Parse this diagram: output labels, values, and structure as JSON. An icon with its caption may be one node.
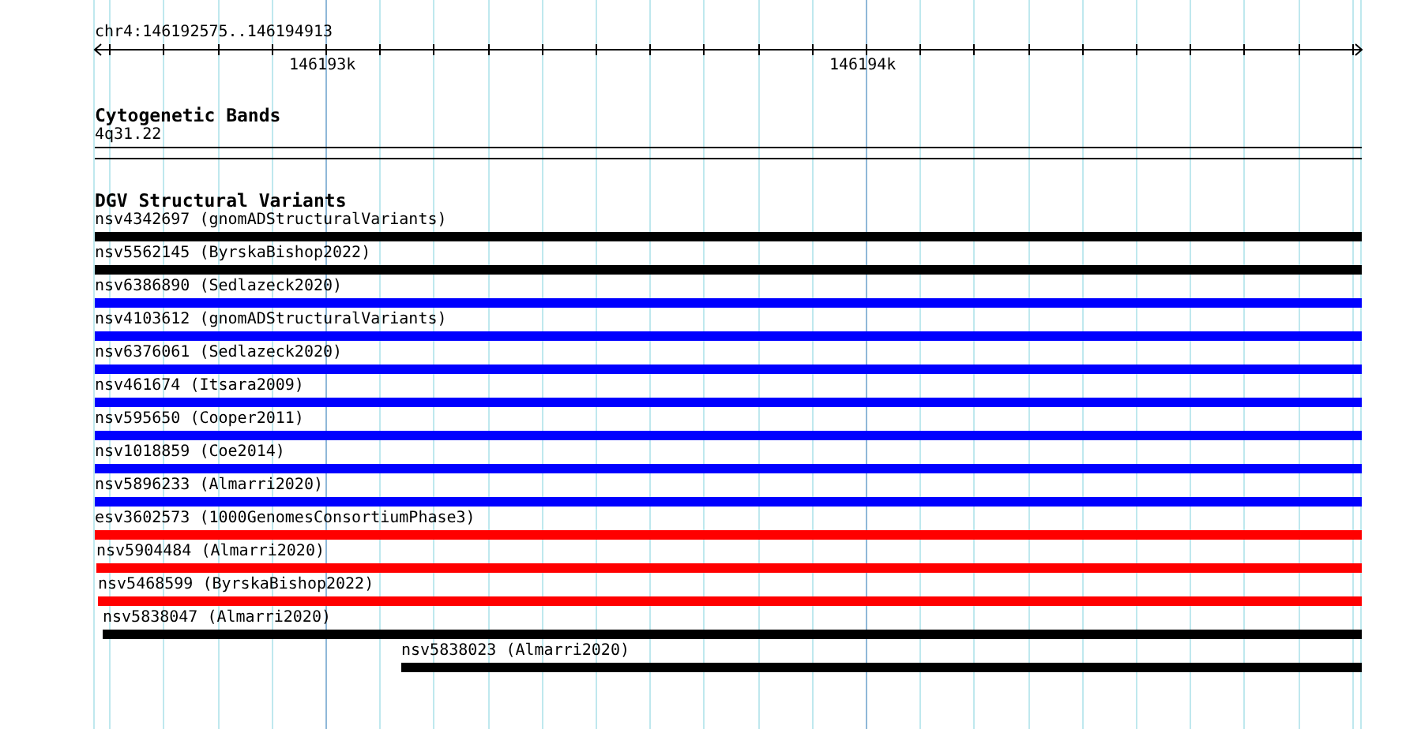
{
  "diagram": {
    "nodes": [
      {
        "text": [
          "nsv4342697 (gnomADStructuralVariants)"
        ]
      },
      {
        "text": [
          "nsv5562145 (ByrskaBishop2022)"
        ]
      },
      {
        "text": [
          "nsv6386890 (Sedlazeck2020)"
        ]
      },
      {
        "text": [
          "nsv4103612 (gnomADStructuralVariants)"
        ]
      },
      {
        "text": [
          "nsv6376061 (Sedlazeck2020)"
        ]
      },
      {
        "text": [
          "nsv461674 (Itsara2009)"
        ]
      },
      {
        "text": [
          "nsv595650 (Cooper2011)"
        ]
      },
      {
        "text": [
          "nsv1018859 (Coe2014)"
        ]
      },
      {
        "text": [
          "nsv5896233 (Almarri2020)"
        ]
      },
      {
        "text": [
          "esv3602573 (1000GenomesConsortiumPhase3)"
        ]
      },
      {
        "text": [
          "nsv5904484 (Almarri2020)"
        ]
      },
      {
        "text": [
          "nsv5468599 (ByrskaBishop2022)"
        ]
      },
      {
        "text": [
          "nsv5838047 (Almarri2020)"
        ]
      },
      {
        "text": [
          "nsv5838023 (Almarri2020)"
        ]
      }
    ],
    "labels": [
      "chr4:146192575..146194913",
      "146193k",
      "146194k",
      "Cytogenetic Bands",
      "4q31.22",
      "DGV Structural Variants"
    ]
  }
}
